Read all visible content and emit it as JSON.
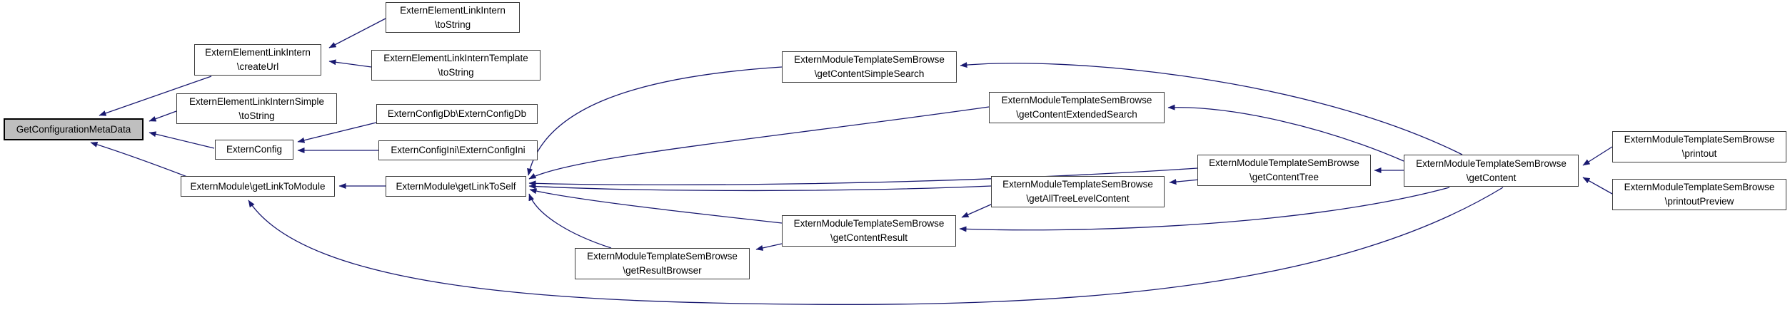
{
  "diagram": {
    "type": "caller-graph",
    "highlighted_node": "GetConfigurationMetaData",
    "colors": {
      "edge": "#191970",
      "node_border": "#3c3c3c",
      "node_fill": "#ffffff",
      "highlight_fill": "#bfbfbf",
      "text": "#000000"
    },
    "nodes": {
      "getconfig": {
        "line1": "GetConfigurationMetaData"
      },
      "createurl": {
        "line1": "ExternElementLinkIntern",
        "line2": "\\createUrl"
      },
      "eeli_tostring": {
        "line1": "ExternElementLinkIntern",
        "line2": "\\toString"
      },
      "eelitpl_tostring": {
        "line1": "ExternElementLinkInternTemplate",
        "line2": "\\toString"
      },
      "eelisimple_tostring": {
        "line1": "ExternElementLinkInternSimple",
        "line2": "\\toString"
      },
      "externconfig": {
        "line1": "ExternConfig"
      },
      "configdb": {
        "line1": "ExternConfigDb\\ExternConfigDb"
      },
      "configini": {
        "line1": "ExternConfigIni\\ExternConfigIni"
      },
      "linktomodule": {
        "line1": "ExternModule\\getLinkToModule"
      },
      "linktoself": {
        "line1": "ExternModule\\getLinkToSelf"
      },
      "simplesearch": {
        "line1": "ExternModuleTemplateSemBrowse",
        "line2": "\\getContentSimpleSearch"
      },
      "extendedsearch": {
        "line1": "ExternModuleTemplateSemBrowse",
        "line2": "\\getContentExtendedSearch"
      },
      "contenttree": {
        "line1": "ExternModuleTemplateSemBrowse",
        "line2": "\\getContentTree"
      },
      "alltreelevel": {
        "line1": "ExternModuleTemplateSemBrowse",
        "line2": "\\getAllTreeLevelContent"
      },
      "contentresult": {
        "line1": "ExternModuleTemplateSemBrowse",
        "line2": "\\getContentResult"
      },
      "resultbrowser": {
        "line1": "ExternModuleTemplateSemBrowse",
        "line2": "\\getResultBrowser"
      },
      "getcontent": {
        "line1": "ExternModuleTemplateSemBrowse",
        "line2": "\\getContent"
      },
      "printout": {
        "line1": "ExternModuleTemplateSemBrowse",
        "line2": "\\printout"
      },
      "printoutpreview": {
        "line1": "ExternModuleTemplateSemBrowse",
        "line2": "\\printoutPreview"
      }
    },
    "edges": [
      {
        "from": "ExternElementLinkIntern\\toString",
        "to": "ExternElementLinkIntern\\createUrl"
      },
      {
        "from": "ExternElementLinkInternTemplate\\toString",
        "to": "ExternElementLinkIntern\\createUrl"
      },
      {
        "from": "ExternElementLinkIntern\\createUrl",
        "to": "GetConfigurationMetaData"
      },
      {
        "from": "ExternElementLinkInternSimple\\toString",
        "to": "GetConfigurationMetaData"
      },
      {
        "from": "ExternConfig",
        "to": "GetConfigurationMetaData"
      },
      {
        "from": "ExternConfigDb\\ExternConfigDb",
        "to": "ExternConfig"
      },
      {
        "from": "ExternConfigIni\\ExternConfigIni",
        "to": "ExternConfig"
      },
      {
        "from": "ExternModule\\getLinkToModule",
        "to": "GetConfigurationMetaData"
      },
      {
        "from": "ExternModule\\getLinkToSelf",
        "to": "ExternModule\\getLinkToModule"
      },
      {
        "from": "ExternModuleTemplateSemBrowse\\getContentSimpleSearch",
        "to": "ExternModule\\getLinkToSelf"
      },
      {
        "from": "ExternModuleTemplateSemBrowse\\getContentExtendedSearch",
        "to": "ExternModule\\getLinkToSelf"
      },
      {
        "from": "ExternModuleTemplateSemBrowse\\getContentTree",
        "to": "ExternModule\\getLinkToSelf"
      },
      {
        "from": "ExternModuleTemplateSemBrowse\\getAllTreeLevelContent",
        "to": "ExternModule\\getLinkToSelf"
      },
      {
        "from": "ExternModuleTemplateSemBrowse\\getContentResult",
        "to": "ExternModule\\getLinkToSelf"
      },
      {
        "from": "ExternModuleTemplateSemBrowse\\getResultBrowser",
        "to": "ExternModule\\getLinkToSelf"
      },
      {
        "from": "ExternModuleTemplateSemBrowse\\getContent",
        "to": "ExternModuleTemplateSemBrowse\\getContentSimpleSearch"
      },
      {
        "from": "ExternModuleTemplateSemBrowse\\getContent",
        "to": "ExternModuleTemplateSemBrowse\\getContentExtendedSearch"
      },
      {
        "from": "ExternModuleTemplateSemBrowse\\getContent",
        "to": "ExternModuleTemplateSemBrowse\\getContentTree"
      },
      {
        "from": "ExternModuleTemplateSemBrowse\\getContentTree",
        "to": "ExternModuleTemplateSemBrowse\\getAllTreeLevelContent"
      },
      {
        "from": "ExternModuleTemplateSemBrowse\\getAllTreeLevelContent",
        "to": "ExternModuleTemplateSemBrowse\\getContentResult"
      },
      {
        "from": "ExternModuleTemplateSemBrowse\\getContent",
        "to": "ExternModuleTemplateSemBrowse\\getContentResult"
      },
      {
        "from": "ExternModuleTemplateSemBrowse\\getContentResult",
        "to": "ExternModuleTemplateSemBrowse\\getResultBrowser"
      },
      {
        "from": "ExternModuleTemplateSemBrowse\\getContent",
        "to": "ExternModule\\getLinkToModule"
      },
      {
        "from": "ExternModuleTemplateSemBrowse\\printout",
        "to": "ExternModuleTemplateSemBrowse\\getContent"
      },
      {
        "from": "ExternModuleTemplateSemBrowse\\printoutPreview",
        "to": "ExternModuleTemplateSemBrowse\\getContent"
      }
    ]
  }
}
